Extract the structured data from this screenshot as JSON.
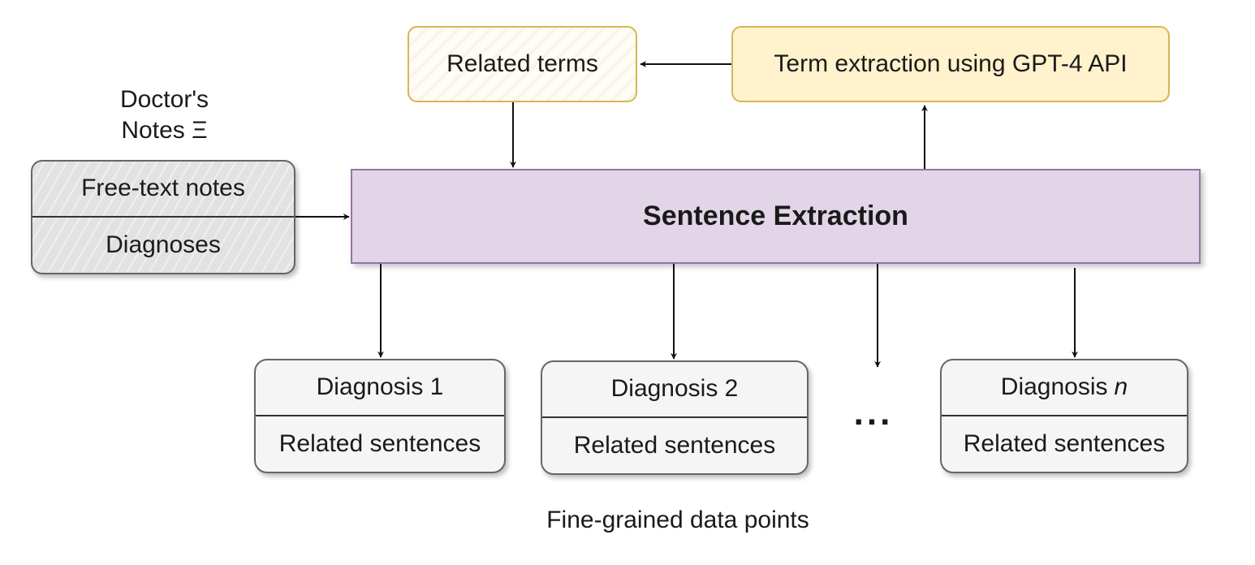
{
  "notes": {
    "title_line1": "Doctor's",
    "title_line2": "Notes Ξ",
    "row1": "Free-text notes",
    "row2": "Diagnoses"
  },
  "related_terms": "Related terms",
  "term_extraction": "Term extraction using GPT-4 API",
  "sentence_extraction": "Sentence Extraction",
  "diagnoses": [
    {
      "title": "Diagnosis 1",
      "subtitle": "Related sentences"
    },
    {
      "title": "Diagnosis 2",
      "subtitle": "Related sentences"
    },
    {
      "title": "Diagnosis",
      "title_italic": "n",
      "subtitle": "Related sentences"
    }
  ],
  "ellipsis": "...",
  "caption": "Fine-grained data points",
  "colors": {
    "yellow_fill": "#fff2cc",
    "yellow_border": "#d6b656",
    "purple_fill": "#e1d5e7",
    "purple_border": "#9673a6",
    "gray_fill": "#f5f5f5",
    "gray_border": "#666666"
  }
}
